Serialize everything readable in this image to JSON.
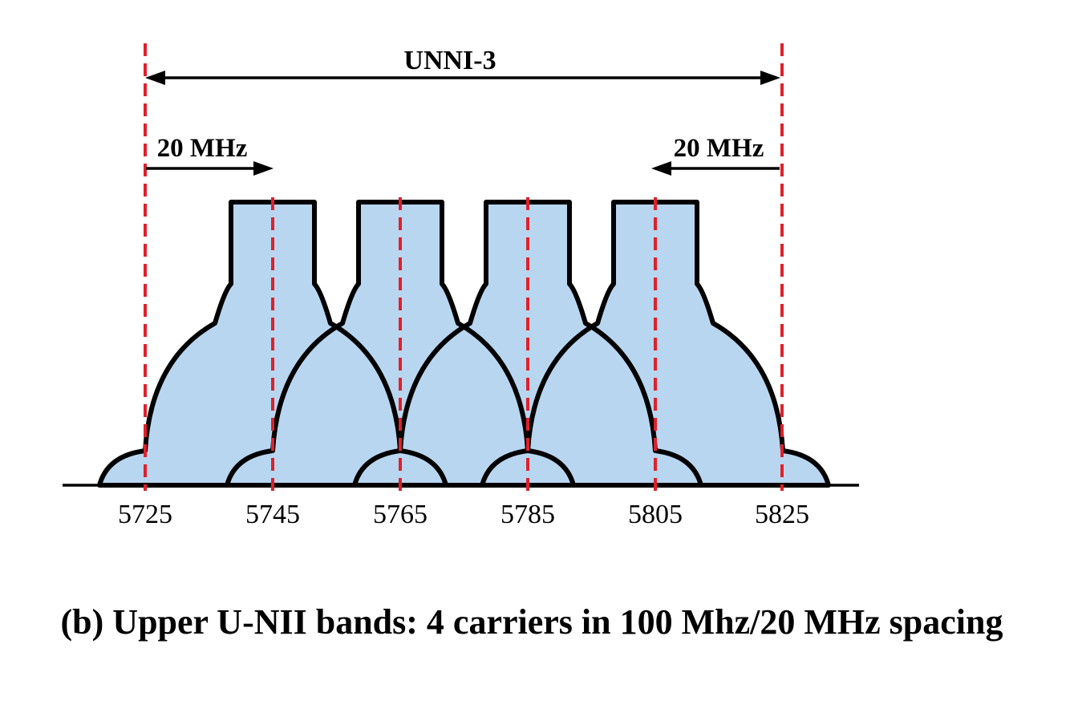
{
  "band_label": "UNNI-3",
  "guard_left_label": "20 MHz",
  "guard_right_label": "20 MHz",
  "ticks": [
    "5725",
    "5745",
    "5765",
    "5785",
    "5805",
    "5825"
  ],
  "caption": "(b) Upper U-NII bands: 4 carriers in 100 Mhz/20 MHz spacing",
  "colors": {
    "carrier_fill": "#b8d6f0",
    "outline": "#000000",
    "marker": "#e0202a"
  }
}
